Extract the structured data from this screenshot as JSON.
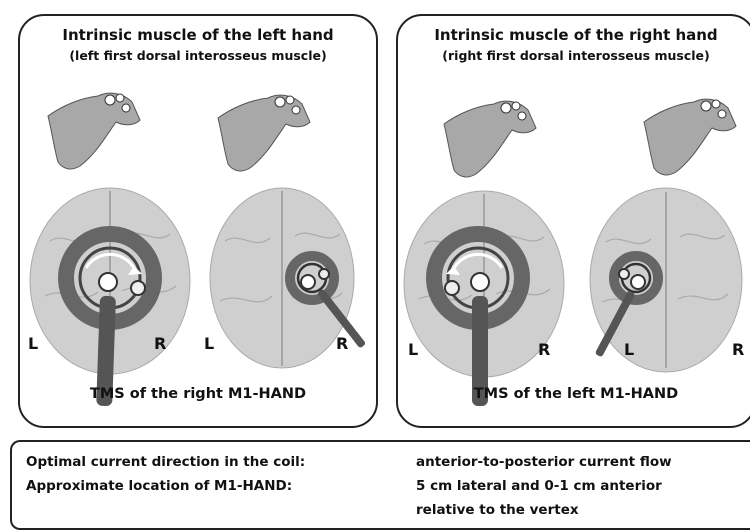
{
  "left_panel": {
    "title_line1": "Intrinsic muscle of the left hand",
    "title_line2": "(left first dorsal interosseus muscle)",
    "caption": "TMS of the right M1-HAND",
    "brain1": {
      "left_label": "L",
      "right_label": "R"
    },
    "brain2": {
      "left_label": "L",
      "right_label": "R"
    }
  },
  "right_panel": {
    "title_line1": "Intrinsic muscle of the right hand",
    "title_line2": "(right first dorsal interosseus muscle)",
    "caption": "TMS of the left M1-HAND",
    "brain1": {
      "left_label": "L",
      "right_label": "R"
    },
    "brain2": {
      "left_label": "L",
      "right_label": "R"
    }
  },
  "footer": {
    "row1_label": "Optimal current direction in the coil:",
    "row1_value": "anterior-to-posterior current flow",
    "row2_label": "Approximate location of  M1-HAND:",
    "row2_value_line1": "5 cm lateral and 0-1 cm anterior",
    "row2_value_line2": "relative to the vertex"
  },
  "colors": {
    "outline": "#222222",
    "hand": "#a8a8a8",
    "brain": "#cfcfcf",
    "coil": "#555555"
  }
}
